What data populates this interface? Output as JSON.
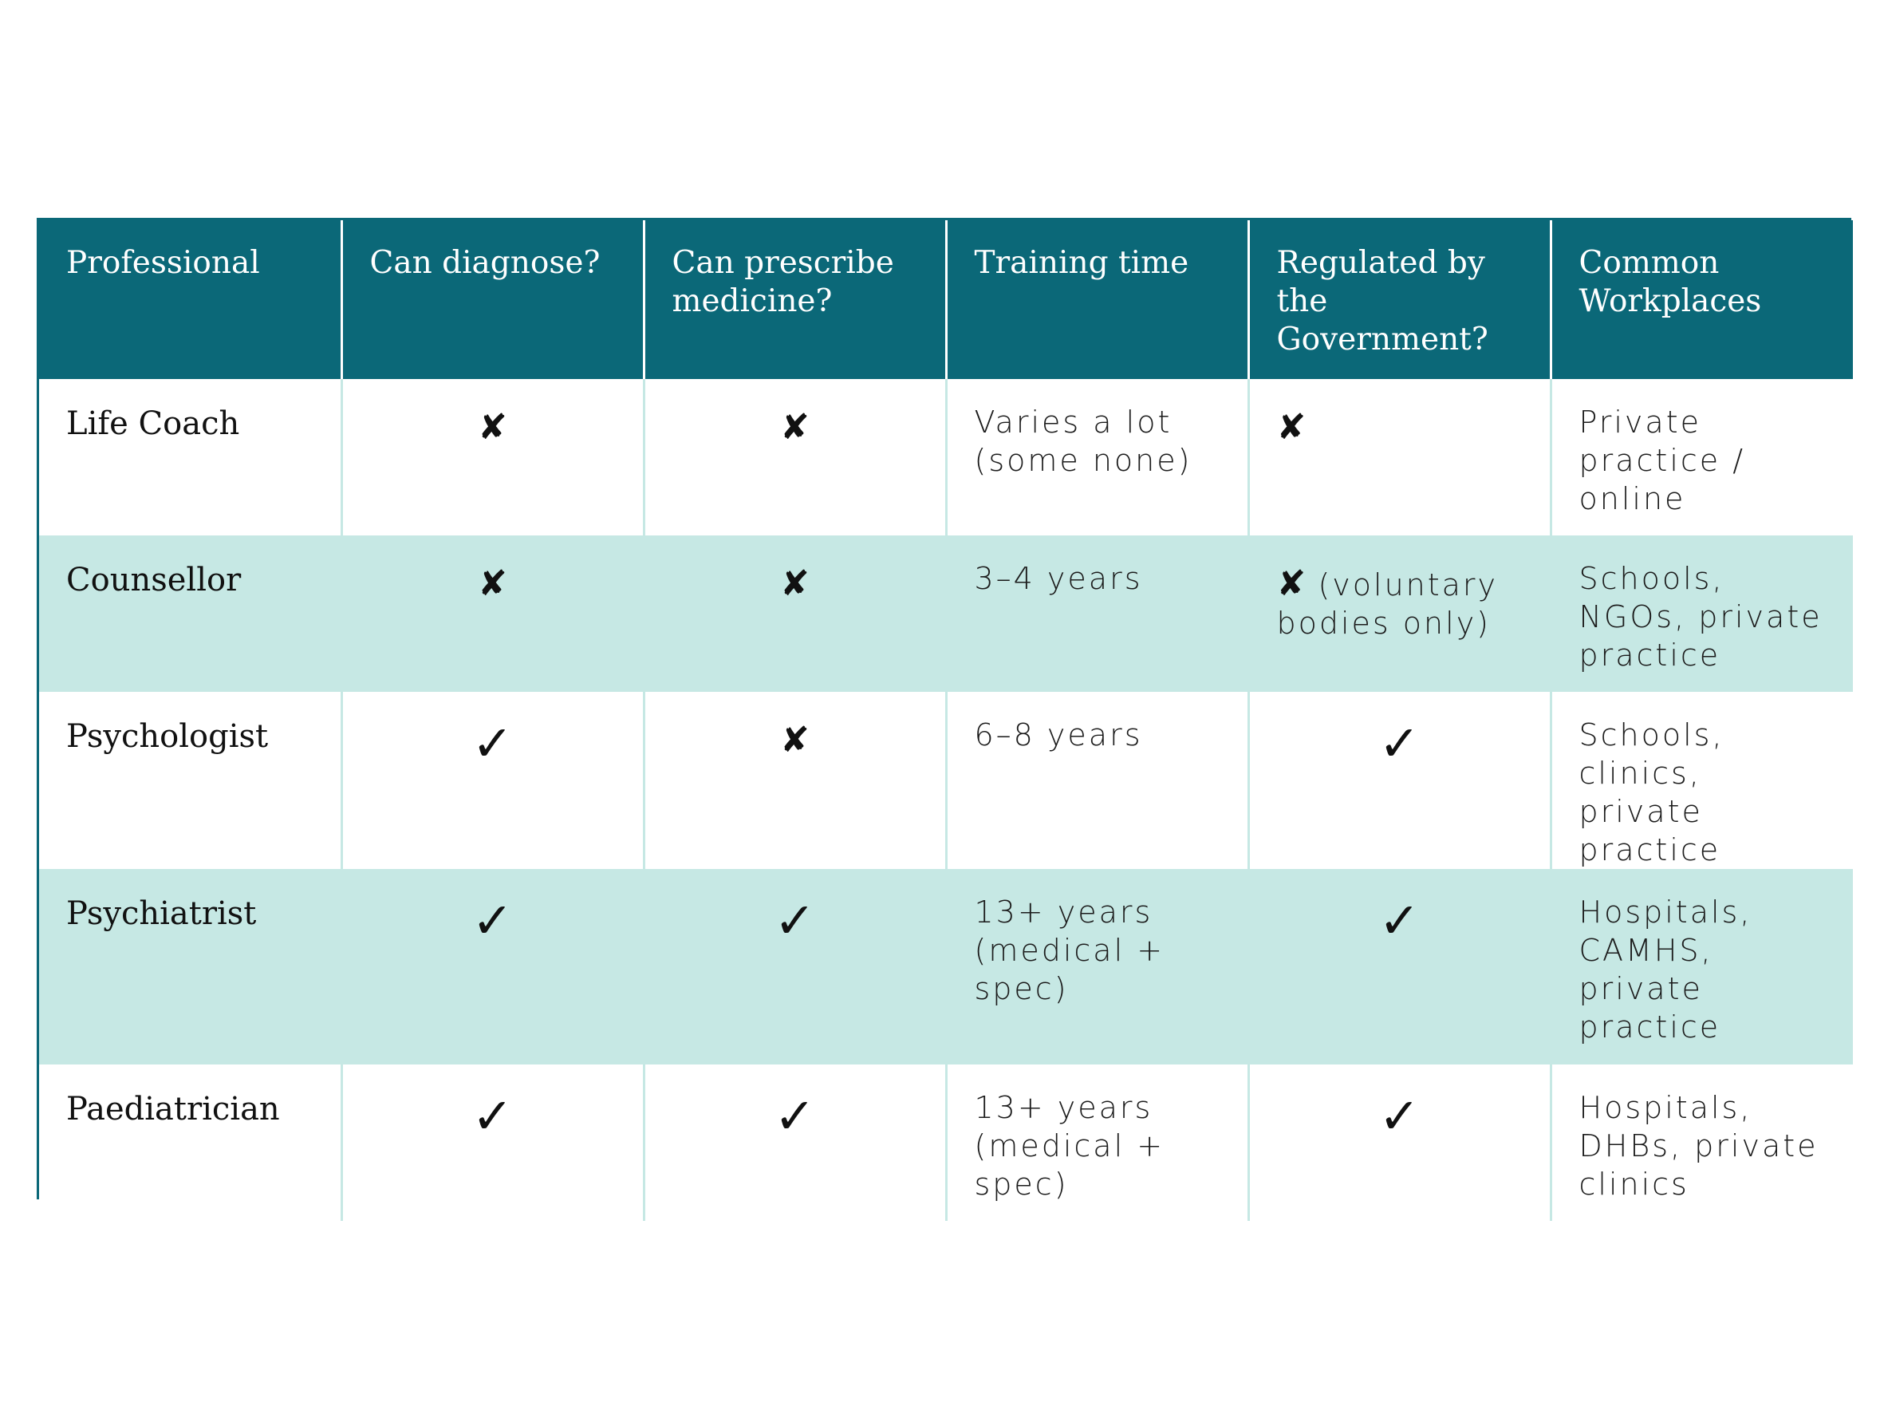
{
  "table": {
    "headers": [
      "Professional",
      "Can diagnose?",
      "Can prescribe medicine?",
      "Training time",
      "Regulated by the Government?",
      "Common Workplaces"
    ],
    "rows": [
      {
        "professional": "Life Coach",
        "can_diagnose": "✘",
        "can_prescribe": "✘",
        "training_time": "Varies a lot (some none)",
        "regulated": "✘",
        "regulated_note": "",
        "workplaces": "Private practice / online"
      },
      {
        "professional": "Counsellor",
        "can_diagnose": "✘",
        "can_prescribe": "✘",
        "training_time": "3–4 years",
        "regulated": "✘",
        "regulated_note": " (voluntary bodies only)",
        "workplaces": "Schools, NGOs, private practice"
      },
      {
        "professional": "Psychologist",
        "can_diagnose": "✓",
        "can_prescribe": "✘",
        "training_time": "6–8 years",
        "regulated": "✓",
        "regulated_note": "",
        "workplaces": "Schools, clinics, private practice"
      },
      {
        "professional": "Psychiatrist",
        "can_diagnose": "✓",
        "can_prescribe": "✓",
        "training_time": "13+ years (medical + spec)",
        "regulated": "✓",
        "regulated_note": "",
        "workplaces": "Hospitals, CAMHS, private practice"
      },
      {
        "professional": "Paediatrician",
        "can_diagnose": "✓",
        "can_prescribe": "✓",
        "training_time": "13+ years (medical + spec)",
        "regulated": "✓",
        "regulated_note": "",
        "workplaces": "Hospitals, DHBs, private clinics"
      }
    ]
  },
  "colors": {
    "header_bg": "#0b6878",
    "shaded_row_bg": "#c6e8e4",
    "text": "#1c1c1c"
  }
}
